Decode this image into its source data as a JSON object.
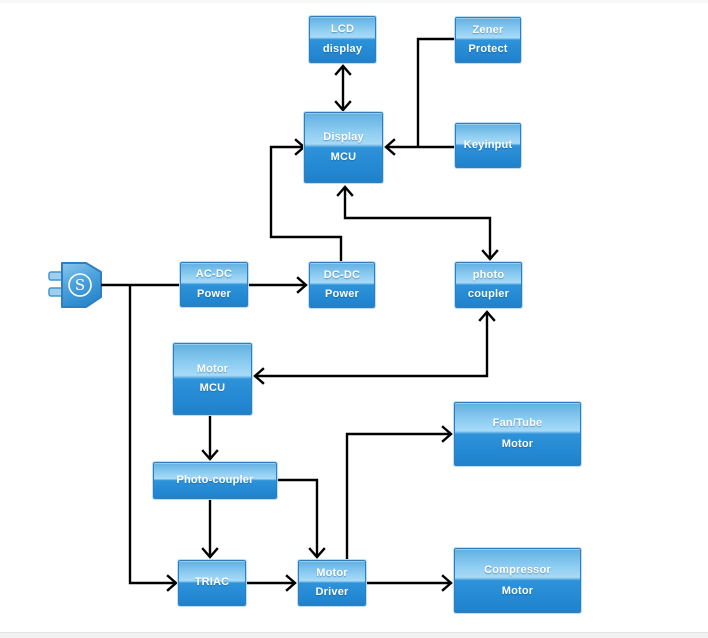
{
  "diagram": {
    "nodes": [
      {
        "id": "lcd-display",
        "line1": "LCD",
        "line2": "display"
      },
      {
        "id": "zener-protect",
        "line1": "Zener",
        "line2": "Protect"
      },
      {
        "id": "display-mcu",
        "line1": "Display",
        "line2": "MCU"
      },
      {
        "id": "keyinput",
        "line1": "Keyinput",
        "line2": ""
      },
      {
        "id": "acdc-power",
        "line1": "AC-DC",
        "line2": "Power"
      },
      {
        "id": "dcdc-power",
        "line1": "DC-DC",
        "line2": "Power"
      },
      {
        "id": "photo-coupler-upper",
        "line1": "photo",
        "line2": "coupler"
      },
      {
        "id": "motor-mcu",
        "line1": "Motor",
        "line2": "MCU"
      },
      {
        "id": "photo-coupler-lower",
        "line1": "Photo-coupler",
        "line2": ""
      },
      {
        "id": "triac",
        "line1": "TRIAC",
        "line2": ""
      },
      {
        "id": "motor-driver",
        "line1": "Motor",
        "line2": "Driver"
      },
      {
        "id": "fan-tube-motor",
        "line1": "Fan/Tube",
        "line2": "Motor"
      },
      {
        "id": "compressor-motor",
        "line1": "Compressor",
        "line2": "Motor"
      }
    ],
    "plug": {
      "label": "S"
    },
    "connections": [
      {
        "from": "lcd-display",
        "to": "display-mcu",
        "direction": "bidirectional"
      },
      {
        "from": "zener-protect",
        "to": "display-mcu",
        "direction": "one-way"
      },
      {
        "from": "keyinput",
        "to": "display-mcu",
        "direction": "one-way"
      },
      {
        "from": "dcdc-power",
        "to": "display-mcu",
        "direction": "one-way"
      },
      {
        "from": "display-mcu",
        "to": "photo-coupler-upper",
        "direction": "bidirectional"
      },
      {
        "from": "power-plug",
        "to": "acdc-power",
        "direction": "line"
      },
      {
        "from": "power-plug",
        "to": "triac",
        "direction": "one-way"
      },
      {
        "from": "acdc-power",
        "to": "dcdc-power",
        "direction": "one-way"
      },
      {
        "from": "photo-coupler-upper",
        "to": "motor-mcu",
        "direction": "bidirectional"
      },
      {
        "from": "motor-mcu",
        "to": "photo-coupler-lower",
        "direction": "one-way"
      },
      {
        "from": "photo-coupler-lower",
        "to": "triac",
        "direction": "one-way"
      },
      {
        "from": "photo-coupler-lower",
        "to": "motor-driver",
        "direction": "one-way"
      },
      {
        "from": "triac",
        "to": "motor-driver",
        "direction": "one-way"
      },
      {
        "from": "motor-driver",
        "to": "fan-tube-motor",
        "direction": "one-way"
      },
      {
        "from": "motor-driver",
        "to": "compressor-motor",
        "direction": "one-way"
      }
    ],
    "colors": {
      "box_border": "#2f7fc0",
      "box_gradient_top": "#61b0e0",
      "box_gradient_highlight": "#a8daf6",
      "box_gradient_mid": "#2f93da",
      "box_gradient_bottom": "#2181cb",
      "wire": "#000000",
      "text": "#ffffff"
    }
  }
}
